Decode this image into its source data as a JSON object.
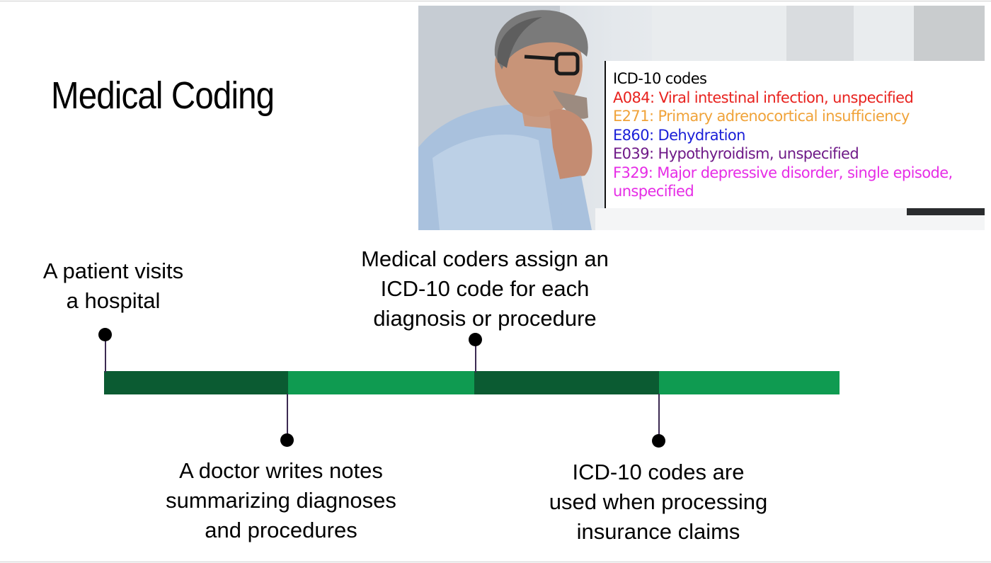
{
  "slide": {
    "title": "Medical Coding"
  },
  "image": {
    "description_icon": "man-thinking-at-computer-photo"
  },
  "codes_box": {
    "heading": "ICD-10 codes",
    "items": [
      {
        "text": "A084: Viral intestinal infection, unspecified",
        "color": "#e8231f"
      },
      {
        "text": "E271: Primary adrenocortical insufficiency",
        "color": "#f0a33a"
      },
      {
        "text": "E860: Dehydration",
        "color": "#1a1fd8"
      },
      {
        "text": "E039: Hypothyroidism, unspecified",
        "color": "#6f1a88"
      },
      {
        "text": "F329: Major depressive disorder, single episode,",
        "color": "#e62de6"
      },
      {
        "text": "unspecified",
        "color": "#e62de6"
      }
    ]
  },
  "timeline": {
    "colors": {
      "dark": "#0b5b32",
      "light": "#0f9b51",
      "stem": "#3c2a52",
      "dot": "#000000"
    },
    "steps": [
      {
        "position": "above",
        "lines": [
          "A patient visits",
          "a hospital"
        ]
      },
      {
        "position": "below",
        "lines": [
          "A doctor writes notes",
          "summarizing diagnoses",
          "and procedures"
        ]
      },
      {
        "position": "above",
        "lines": [
          "Medical coders assign an",
          "ICD-10 code for each",
          "diagnosis or procedure"
        ]
      },
      {
        "position": "below",
        "lines": [
          "ICD-10 codes are",
          "used when processing",
          "insurance claims"
        ]
      }
    ]
  }
}
